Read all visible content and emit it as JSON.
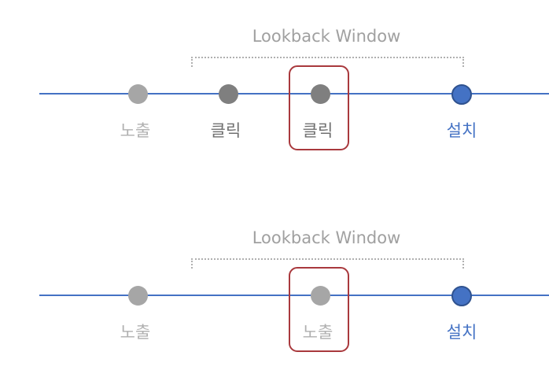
{
  "colors": {
    "impression": "#a6a6a6",
    "click": "#7f7f7f",
    "install": "#4472c4",
    "highlight": "#a9393d"
  },
  "panels": [
    {
      "title": "Lookback Window",
      "events": [
        {
          "label": "노출",
          "type": "impression"
        },
        {
          "label": "클릭",
          "type": "click"
        },
        {
          "label": "클릭",
          "type": "click"
        },
        {
          "label": "설치",
          "type": "install"
        }
      ]
    },
    {
      "title": "Lookback Window",
      "events": [
        {
          "label": "노출",
          "type": "impression"
        },
        {
          "label": "노출",
          "type": "impression"
        },
        {
          "label": "설치",
          "type": "install"
        }
      ]
    }
  ]
}
